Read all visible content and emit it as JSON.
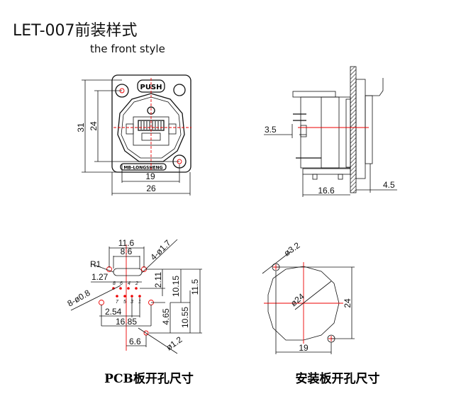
{
  "title": "LET-007前装样式",
  "subtitle": "the front style",
  "front_view": {
    "push_label": "PUSH",
    "brand_strip": "MB-LONGSHENG",
    "dim_height_outer": "31",
    "dim_height_inner": "24",
    "dim_width_inner": "19",
    "dim_width_outer": "26"
  },
  "side_view": {
    "dim_pin": "3.5",
    "dim_depth": "16.6",
    "dim_front": "4.5"
  },
  "pcb": {
    "caption": "PCB板开孔尺寸",
    "dims": {
      "w116": "11.6",
      "w86": "8.6",
      "mount": "4-ø1.7",
      "r1": "R1",
      "p127": "1.27",
      "pins": "8-ø0.8",
      "p254": "2.54",
      "w1685": "16.85",
      "w66": "6.6",
      "hole": "ø1.2",
      "h211": "2.11",
      "h1015": "10.15",
      "h115": "11.5",
      "h465": "4.65",
      "h1055": "10.55"
    },
    "pin_top": [
      "8",
      "6",
      "4",
      "2"
    ],
    "pin_bottom": [
      "7",
      "5",
      "3",
      "1"
    ]
  },
  "panel": {
    "caption": "安装板开孔尺寸",
    "dim_hole": "ø3.2",
    "dim_dia": "ø24",
    "dim_h": "24",
    "dim_w": "19"
  }
}
